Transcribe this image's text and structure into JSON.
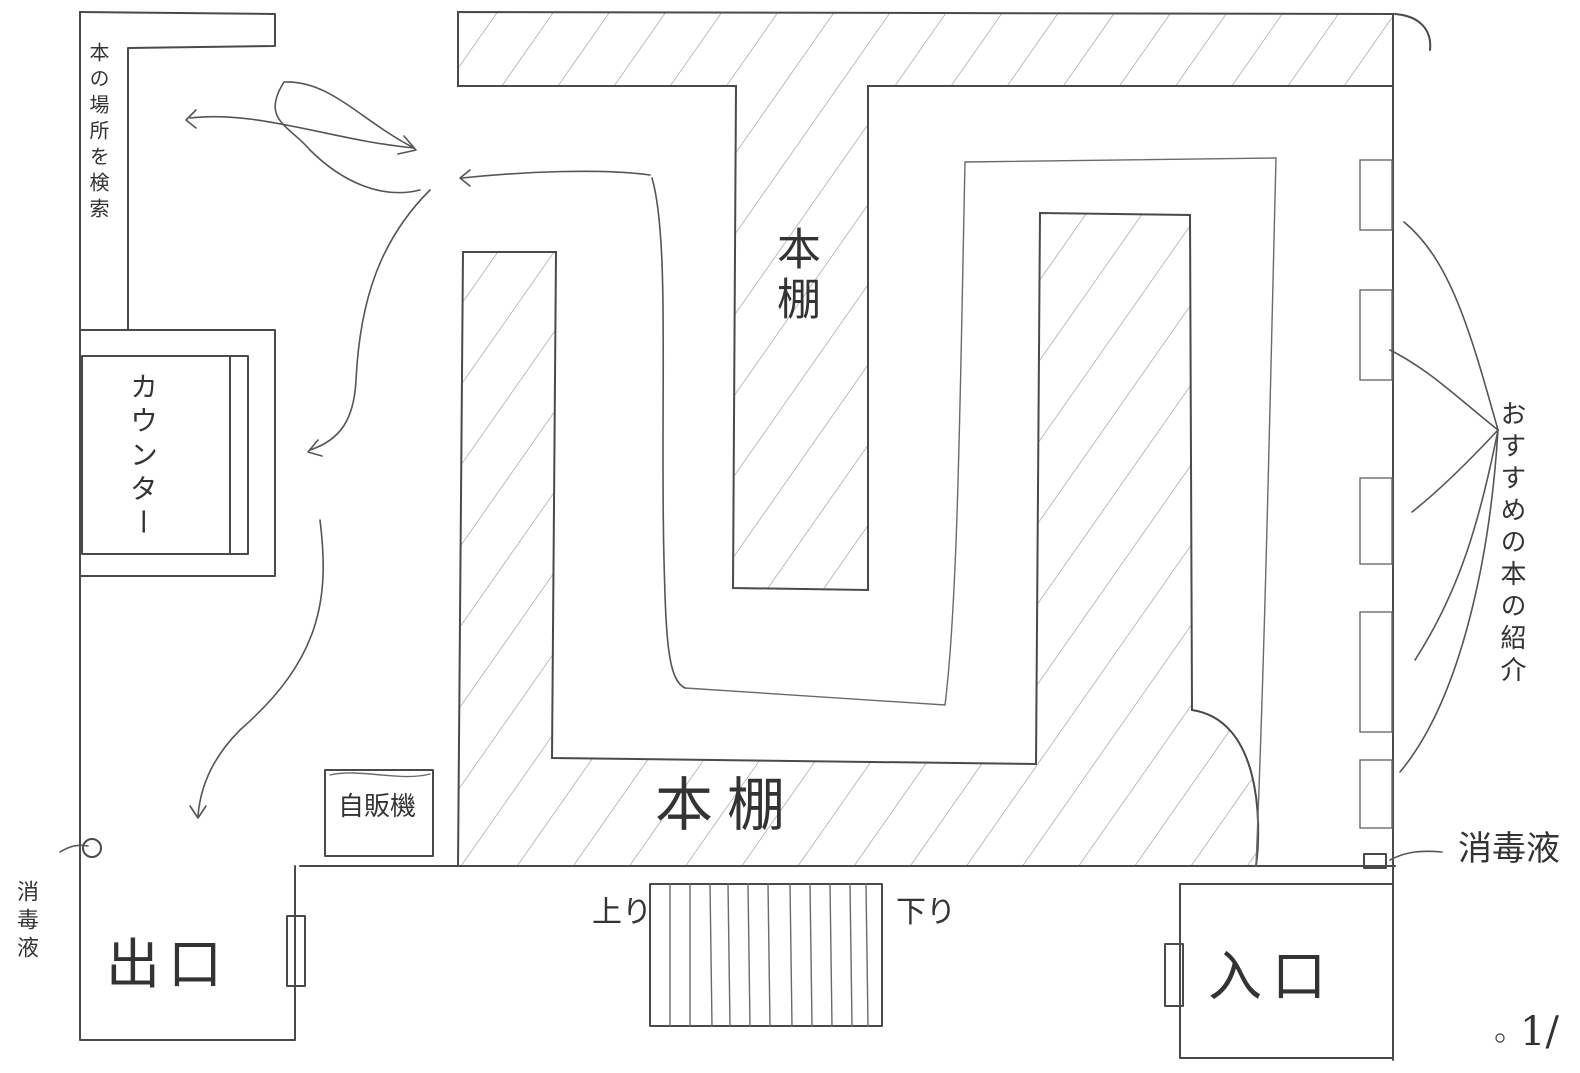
{
  "labels": {
    "entrance": "入口",
    "exit": "出口",
    "counter": "カウンター",
    "shelf_top": "本棚",
    "shelf_bottom": "本棚",
    "vending": "自販機",
    "search_books": "本の場所を検索",
    "recommended": "おすすめの本の紹介",
    "disinfectant_right": "消毒液",
    "disinfectant_left": "消毒液",
    "stairs_up": "上り",
    "stairs_down": "下り",
    "page_no": "1/"
  }
}
